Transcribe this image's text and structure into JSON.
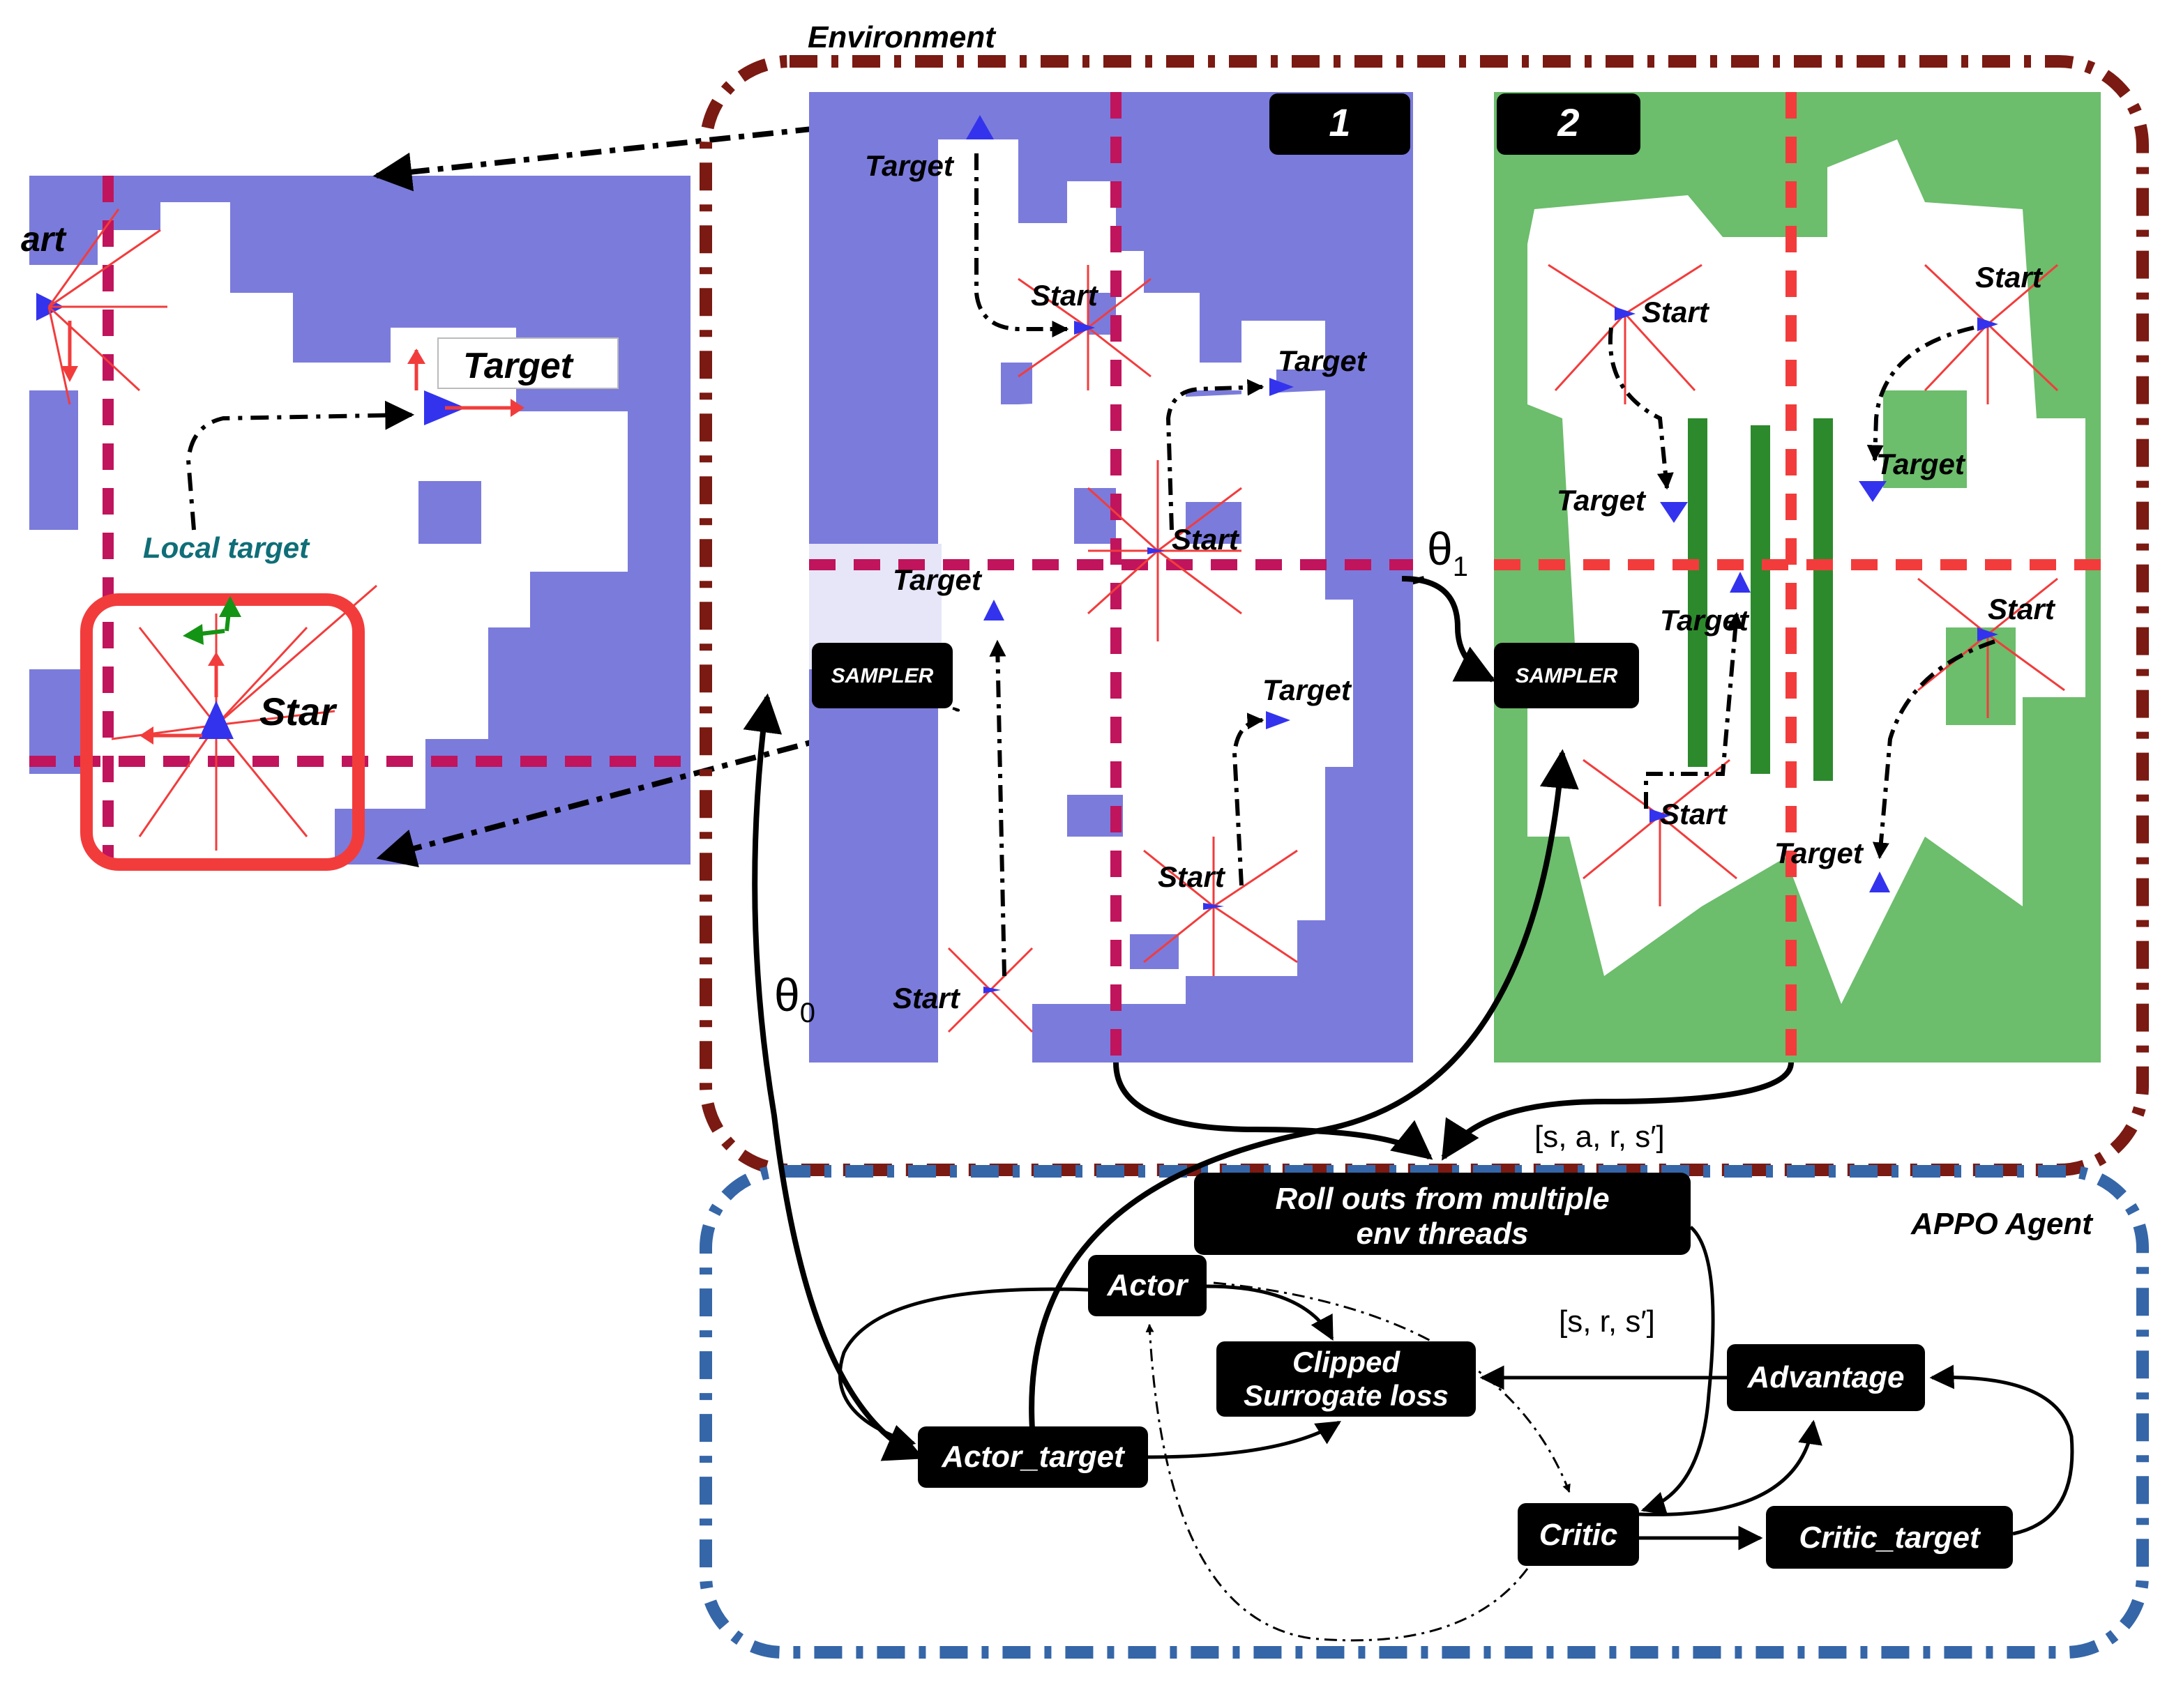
{
  "environment": {
    "title": "Environment",
    "map1_label": "1",
    "map2_label": "2",
    "sampler_label": "SAMPLER",
    "theta0": "θ",
    "theta0_sub": "0",
    "theta1": "θ",
    "theta1_sub": "1",
    "transition": "[s, a, r, s′]"
  },
  "zoom": {
    "target": "Target",
    "local_target": "Local target",
    "start": "Star",
    "start_left": "art"
  },
  "map1": {
    "target_top": "Target",
    "start_top": "Start",
    "target_right": "Target",
    "start_mid": "Start",
    "target_mid": "Target",
    "target_low": "Target",
    "start_low": "Start",
    "start_bottom": "Start"
  },
  "map2": {
    "start_tl": "Start",
    "start_tr": "Start",
    "target_ml": "Target",
    "target_mr": "Target",
    "target_c": "Target",
    "start_r": "Start",
    "start_bl": "Start",
    "target_br": "Target"
  },
  "agent": {
    "title": "APPO Agent",
    "rollouts_line1": "Roll outs from multiple",
    "rollouts_line2": "env threads",
    "actor": "Actor",
    "actor_target": "Actor_target",
    "loss_line1": "Clipped",
    "loss_line2": "Surrogate loss",
    "advantage": "Advantage",
    "critic": "Critic",
    "critic_target": "Critic_target",
    "critic_input": "[s, r, s′]"
  },
  "colors": {
    "env_border": "#7a1a12",
    "agent_border": "#3566a8",
    "map_blue": "#7b7bdc",
    "map_green": "#6cbd6c",
    "grid_magenta": "#c0145c",
    "grid_red": "#f23c3c",
    "zoom_box": "#f23c3c",
    "local_target": "#0f6e78"
  }
}
